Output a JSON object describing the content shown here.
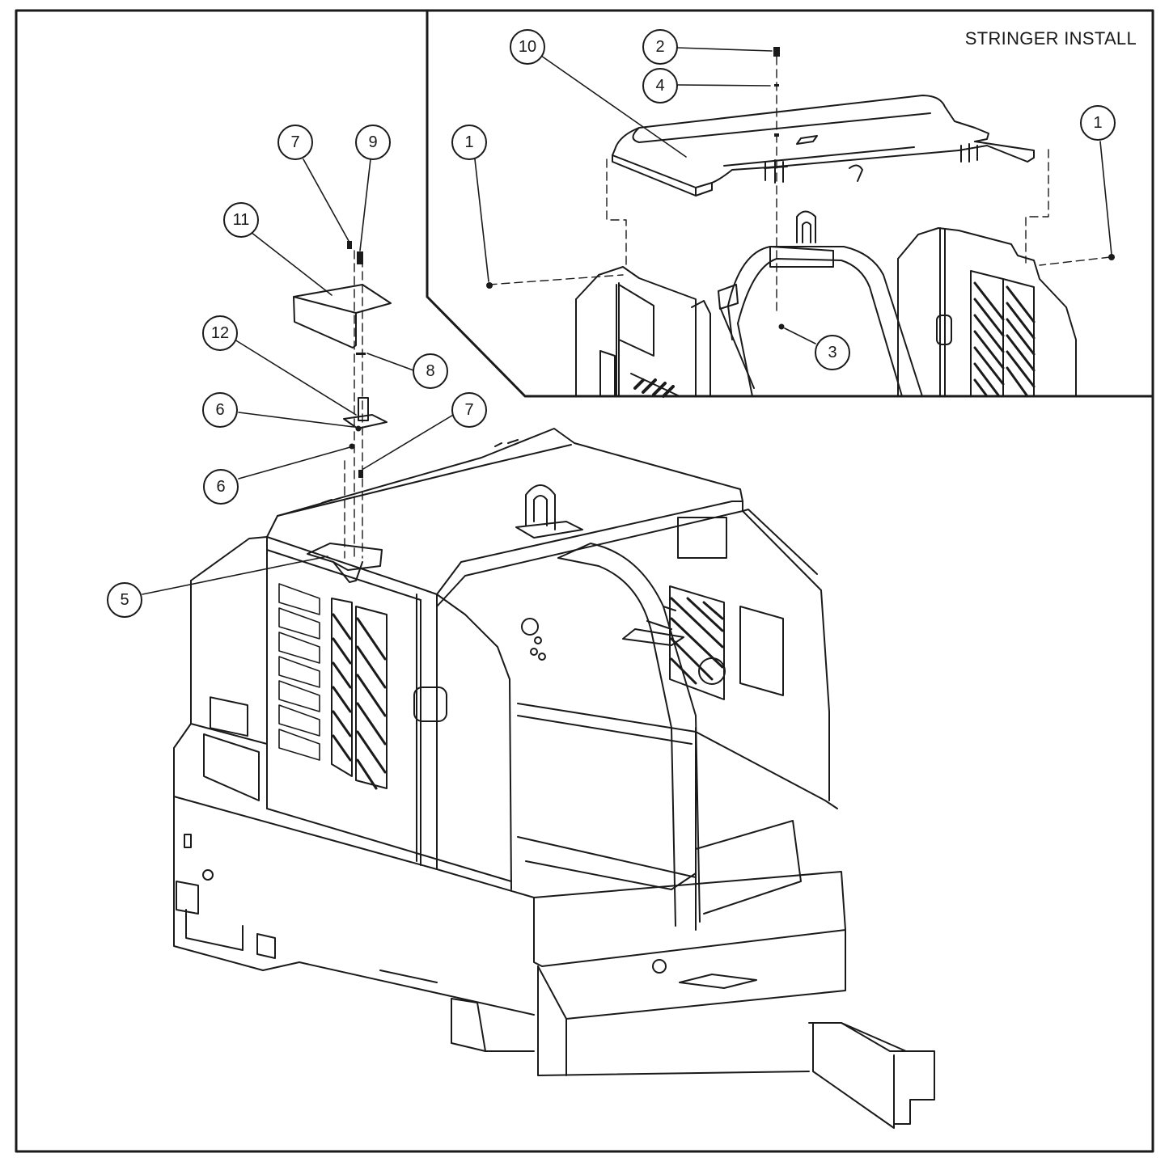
{
  "inset": {
    "title": "STRINGER INSTALL",
    "callouts": [
      "10",
      "2",
      "4",
      "1",
      "1",
      "3"
    ]
  },
  "main": {
    "callouts": [
      "7",
      "9",
      "11",
      "12",
      "8",
      "6",
      "7",
      "6",
      "5"
    ]
  },
  "colors": {
    "line": "#1a1a1a",
    "background": "#ffffff"
  }
}
